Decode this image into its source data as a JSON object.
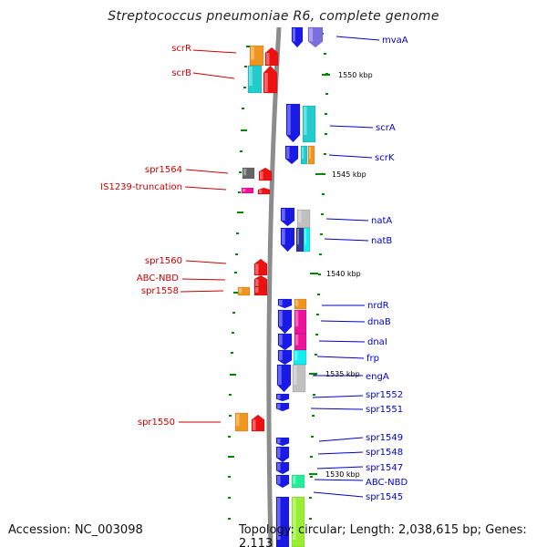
{
  "title": "Streptococcus pneumoniae R6, complete genome",
  "footer": {
    "accession": "Accession: NC_003098",
    "topology": "Topology: circular; Length: 2,038,615 bp; Genes: 2,113"
  },
  "colors": {
    "backbone": "#8c8c8c",
    "left_label": "#cc0000",
    "right_label": "#0000cc",
    "tick": "#008800"
  },
  "scale_marks": [
    "1550 kbp",
    "1545 kbp",
    "1540 kbp",
    "1535 kbp",
    "1530 kbp"
  ],
  "left_labels": [
    "scrR",
    "scrB",
    "spr1564",
    "IS1239-truncation",
    "spr1560",
    "ABC-NBD",
    "spr1558",
    "spr1550"
  ],
  "right_labels": [
    "mvaA",
    "scrA",
    "scrK",
    "natA",
    "natB",
    "nrdR",
    "dnaB",
    "dnaI",
    "frp",
    "engA",
    "spr1552",
    "spr1551",
    "spr1549",
    "spr1548",
    "spr1547",
    "ABC-NBD",
    "spr1545"
  ]
}
